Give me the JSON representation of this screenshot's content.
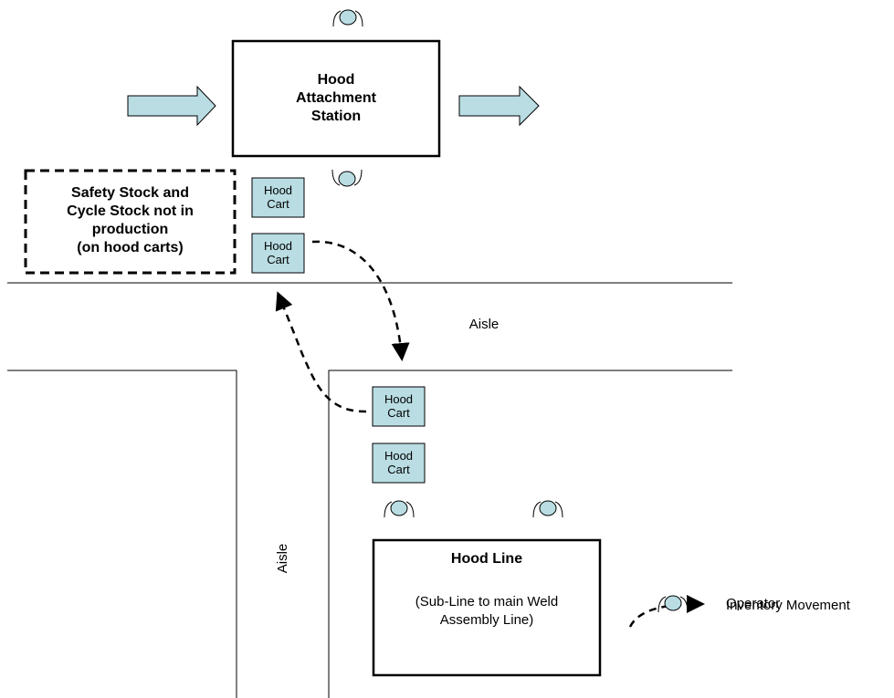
{
  "stations": {
    "hood_attachment": "Hood\nAttachment\nStation",
    "hood_line_title": "Hood Line",
    "hood_line_sub": "(Sub-Line to main Weld\nAssembly Line)"
  },
  "stock_box": "Safety Stock and\nCycle Stock not in\nproduction\n(on hood carts)",
  "carts": [
    "Hood\nCart",
    "Hood\nCart",
    "Hood\nCart",
    "Hood\nCart"
  ],
  "aisles": {
    "horizontal": "Aisle",
    "vertical": "Aisle"
  },
  "legend": {
    "movement": "Inventory Movement",
    "operator": "Operator"
  },
  "colors": {
    "cart_fill": "#b9dde3",
    "arrow_fill": "#b9dde3",
    "operator_fill": "#b9dde3",
    "stroke": "#000000"
  },
  "icons": [
    "flow-arrow-icon",
    "operator-icon",
    "dashed-arrow-icon"
  ]
}
